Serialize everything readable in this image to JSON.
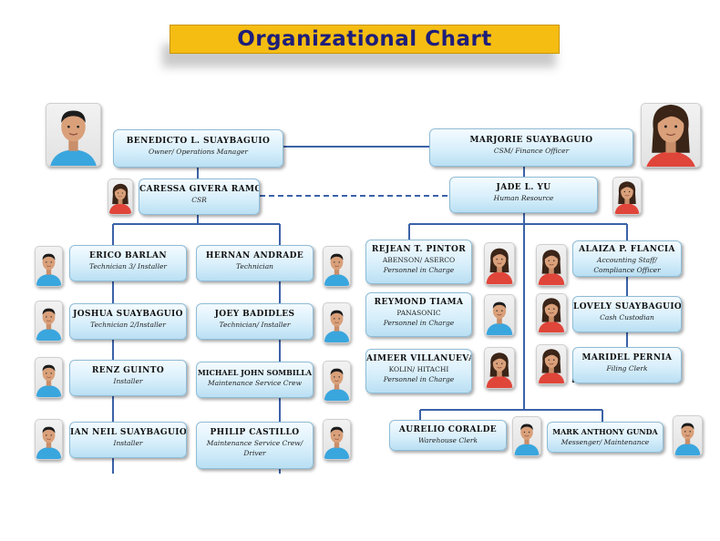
{
  "title": "Organizational Chart",
  "colors": {
    "title_bg": "#f5bd12",
    "title_text": "#1e1e7a",
    "box_border": "#8fbcd6",
    "connector": "#3b62a8",
    "shirt_blue": "#3aa6de",
    "shirt_red": "#e0453a"
  },
  "people": [
    {
      "id": "benedicto",
      "name": "BENEDICTO L. SUAYBAGUIO",
      "role": "Owner/ Operations Manager"
    },
    {
      "id": "marjorie",
      "name": "MARJORIE SUAYBAGUIO",
      "role": "CSM/ Finance Officer"
    },
    {
      "id": "caressa",
      "name": "CARESSA GIVERA RAMOS",
      "role": "CSR"
    },
    {
      "id": "jade",
      "name": "JADE L. YU",
      "role": "Human Resource"
    },
    {
      "id": "erico",
      "name": "ERICO BARLAN",
      "role": "Technician 3/ Installer"
    },
    {
      "id": "hernan",
      "name": "HERNAN ANDRADE",
      "role": "Technician"
    },
    {
      "id": "joshua",
      "name": "JOSHUA SUAYBAGUIO",
      "role": "Technician 2/Installer"
    },
    {
      "id": "joey",
      "name": "JOEY BADIDLES",
      "role": "Technician/ Installer"
    },
    {
      "id": "renz",
      "name": "RENZ GUINTO",
      "role": "Installer"
    },
    {
      "id": "michael",
      "name": "MICHAEL JOHN SOMBILLA",
      "role": "Maintenance Service Crew"
    },
    {
      "id": "ian",
      "name": "IAN NEIL SUAYBAGUIO",
      "role": "Installer"
    },
    {
      "id": "philip",
      "name": "PHILIP CASTILLO",
      "role": "Maintenance Service Crew/ Driver"
    },
    {
      "id": "rejean",
      "name": "REJEAN T. PINTOR",
      "role": "ABENSON/ ASERCO",
      "role2": "Personnel in Charge"
    },
    {
      "id": "reymond",
      "name": "REYMOND TIAMA",
      "role": "PANASONIC",
      "role2": "Personnel in Charge"
    },
    {
      "id": "aimeer",
      "name": "AIMEER VILLANUEVA",
      "role": "KOLIN/ HITACHI",
      "role2": "Personnel in Charge"
    },
    {
      "id": "alaiza",
      "name": "ALAIZA P. FLANCIA",
      "role": "Accounting Staff/",
      "role2": "Compliance Officer"
    },
    {
      "id": "lovely",
      "name": "LOVELY SUAYBAGUIO",
      "role": "Cash Custodian"
    },
    {
      "id": "maridel",
      "name": "MARIDEL PERNIA",
      "role": "Filing Clerk"
    },
    {
      "id": "aurelio",
      "name": "AURELIO CORALDE",
      "role": "Warehouse Clerk"
    },
    {
      "id": "mark",
      "name": "MARK ANTHONY GUNDA",
      "role": "Messenger/ Maintenance"
    }
  ]
}
